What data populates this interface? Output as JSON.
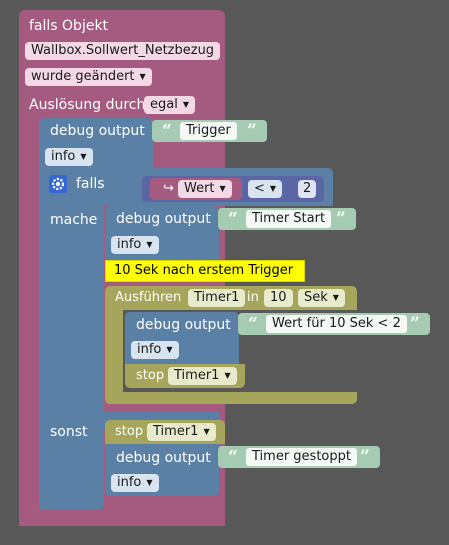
{
  "trigger_block": {
    "title": "falls Objekt",
    "object_id": "Wallbox.Sollwert_Netzbezug",
    "event_dropdown": "wurde geändert",
    "trigger_label": "Auslösung durch",
    "trigger_dropdown": "egal"
  },
  "debug1": {
    "label": "debug output",
    "text": "Trigger",
    "level": "info"
  },
  "if_block": {
    "falls_label": "falls",
    "mache_label": "mache",
    "sonst_label": "sonst",
    "var_arrow": "↪",
    "var_name": "Wert",
    "operator": "<",
    "number": "2"
  },
  "debug2": {
    "label": "debug output",
    "text": "Timer Start",
    "level": "info"
  },
  "comment": {
    "text": "10 Sek nach erstem Trigger"
  },
  "timeout_block": {
    "label": "Ausführen",
    "timer_name": "Timer1",
    "in_label": "in",
    "delay": "10",
    "unit": "Sek"
  },
  "debug3": {
    "label": "debug output",
    "text": "Wert für 10 Sek < 2",
    "level": "info"
  },
  "stop1": {
    "label": "stop",
    "timer": "Timer1"
  },
  "stop2": {
    "label": "stop",
    "timer": "Timer1"
  },
  "debug4": {
    "label": "debug output",
    "text": "Timer gestoppt",
    "level": "info"
  },
  "icons": {
    "gear": "gear-icon",
    "dropdown": "▼",
    "quote_open": "“",
    "quote_close": "”"
  },
  "colors": {
    "workspace": "#585858",
    "trigger": "#a55b80",
    "debug": "#5b80a5",
    "logic": "#5b80a5",
    "timer": "#a5a55b",
    "compare": "#5b67a5",
    "variable": "#a55b80",
    "text": "#a5cbb3",
    "comment": "#ffff00"
  }
}
